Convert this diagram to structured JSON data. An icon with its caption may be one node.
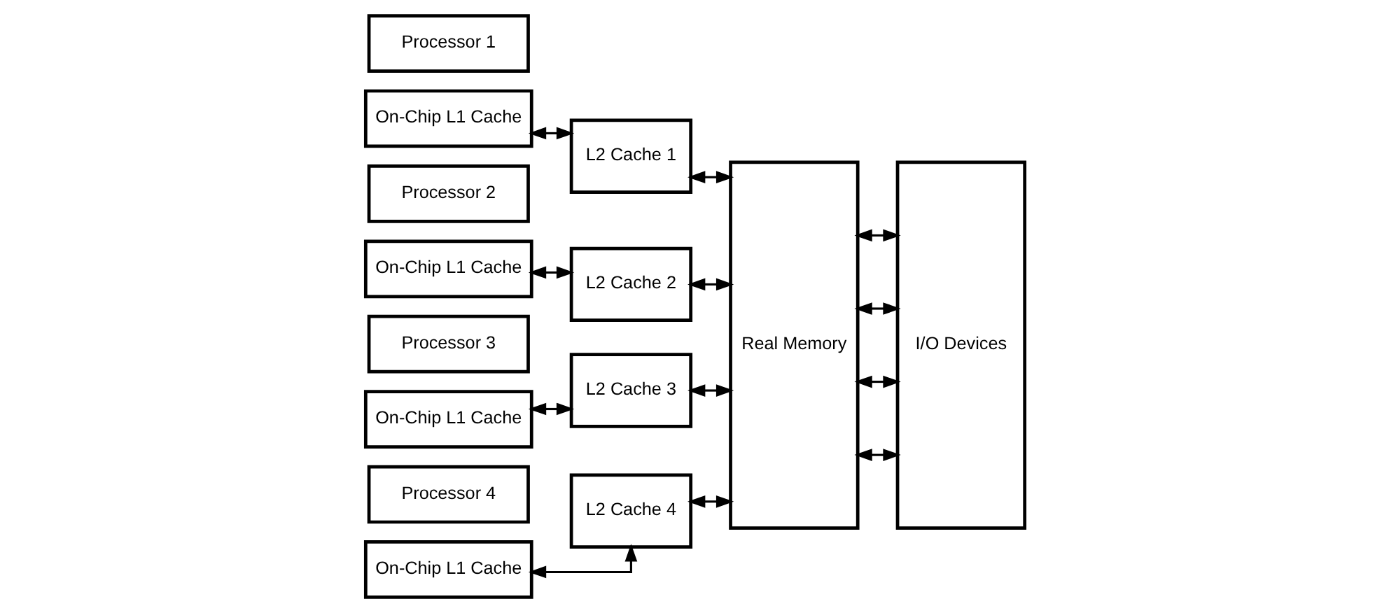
{
  "diagram": {
    "nodes": [
      {
        "text": [
          "Processor 1"
        ]
      },
      {
        "text": [
          "On-Chip L1 Cache"
        ]
      },
      {
        "text": [
          "L2 Cache 1"
        ]
      },
      {
        "text": [
          "Processor 2"
        ]
      },
      {
        "text": [
          "On-Chip L1 Cache"
        ]
      },
      {
        "text": [
          "L2 Cache 2"
        ]
      },
      {
        "text": [
          "Processor 3"
        ]
      },
      {
        "text": [
          "On-Chip L1 Cache"
        ]
      },
      {
        "text": [
          "L2 Cache 3"
        ]
      },
      {
        "text": [
          "Processor 4"
        ]
      },
      {
        "text": [
          "On-Chip L1 Cache"
        ]
      },
      {
        "text": [
          "L2 Cache 4"
        ]
      },
      {
        "text": [
          "Real Memory"
        ]
      },
      {
        "text": [
          "I/O Devices"
        ]
      }
    ],
    "edges": [
      {
        "from": 1,
        "to": 2,
        "arrow": "both"
      },
      {
        "from": 4,
        "to": 5,
        "arrow": "both"
      },
      {
        "from": 7,
        "to": 8,
        "arrow": "both"
      },
      {
        "from": 10,
        "to": 11,
        "arrow": "both"
      },
      {
        "from": 2,
        "to": 12,
        "arrow": "both"
      },
      {
        "from": 5,
        "to": 12,
        "arrow": "both"
      },
      {
        "from": 8,
        "to": 12,
        "arrow": "both"
      },
      {
        "from": 11,
        "to": 12,
        "arrow": "both"
      },
      {
        "from": 12,
        "to": 13,
        "arrow": "both"
      },
      {
        "from": 12,
        "to": 13,
        "arrow": "both"
      },
      {
        "from": 12,
        "to": 13,
        "arrow": "both"
      },
      {
        "from": 12,
        "to": 13,
        "arrow": "both"
      }
    ]
  }
}
